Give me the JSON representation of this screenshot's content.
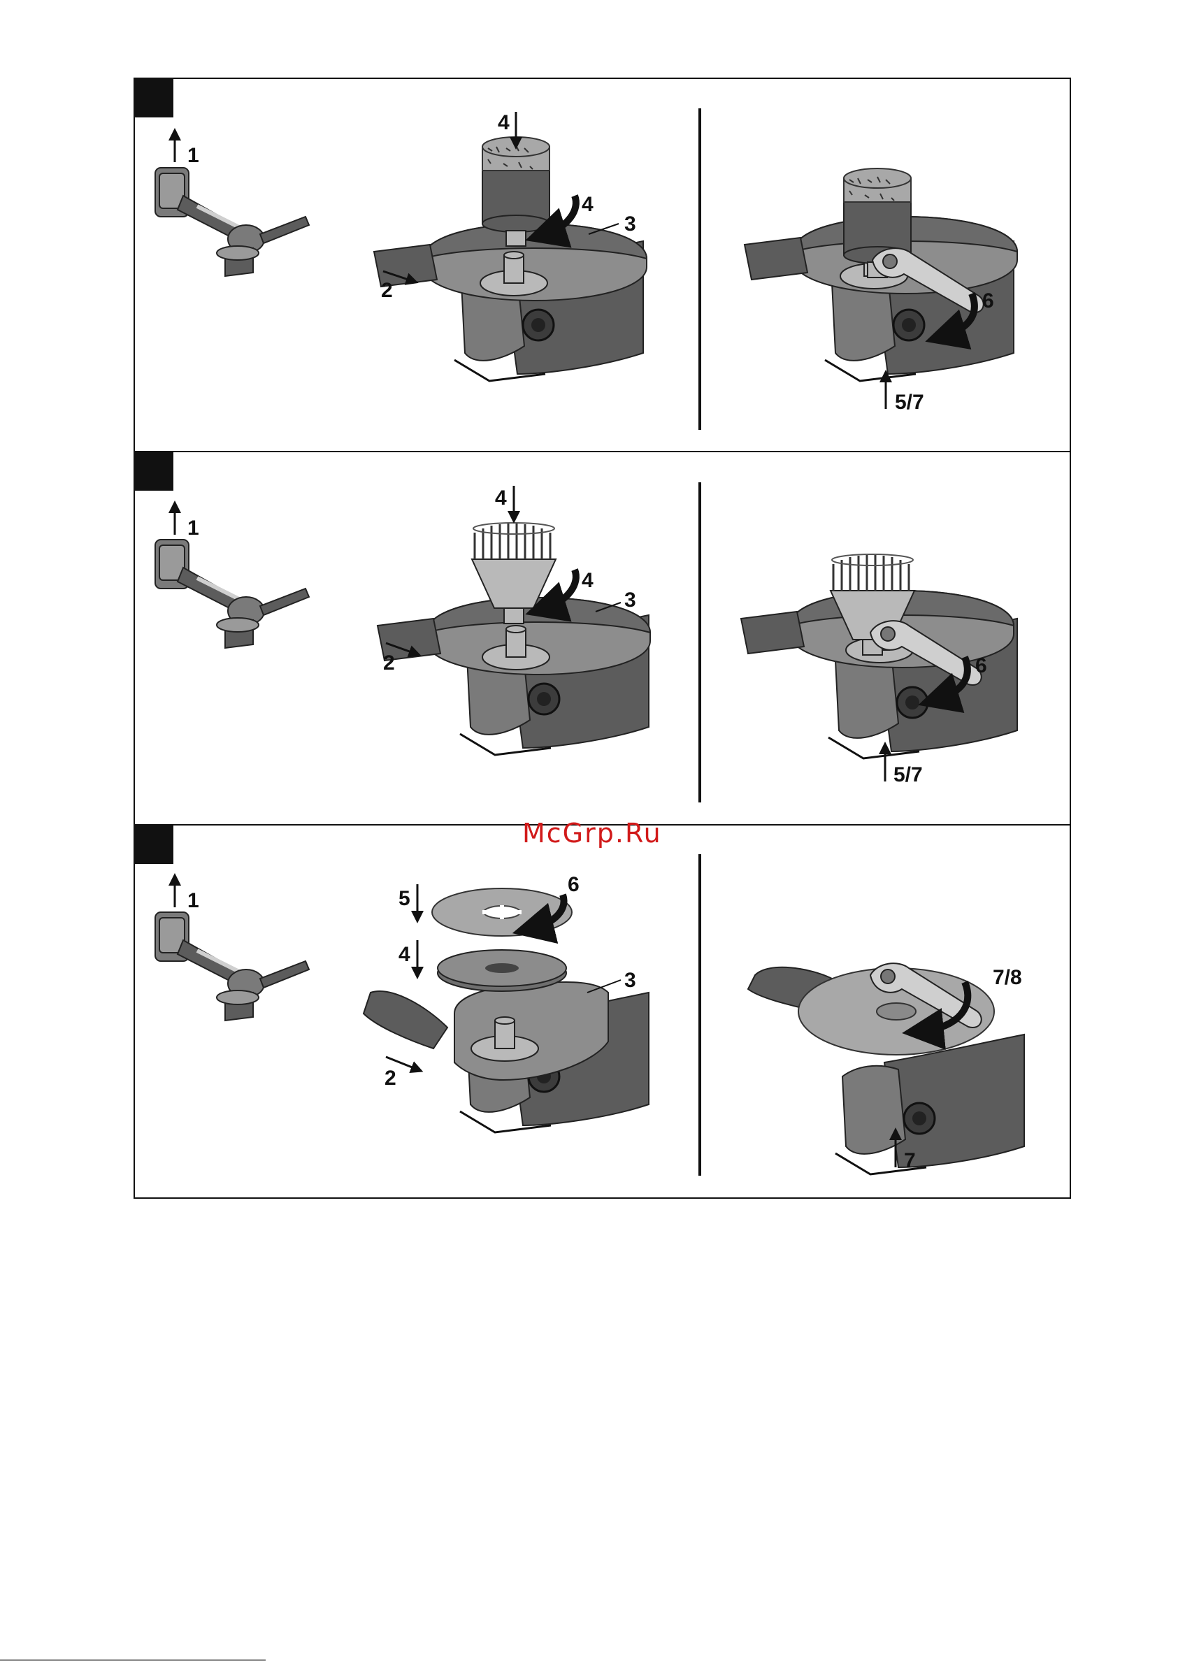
{
  "watermark": "McGrp.Ru",
  "panels": [
    {
      "accessory": "core-bit",
      "labels": {
        "remove_battery": "1",
        "spindle_lock": "2",
        "guard": "3",
        "mount": "4",
        "wrench": "6",
        "lock_release": "5/7"
      }
    },
    {
      "accessory": "cup-brush",
      "labels": {
        "remove_battery": "1",
        "spindle_lock": "2",
        "guard": "3",
        "mount": "4",
        "wrench": "6",
        "lock_release": "5/7"
      }
    },
    {
      "accessory": "cutting-disc",
      "labels": {
        "remove_battery": "1",
        "spindle_lock": "2",
        "guard": "3",
        "flange": "4",
        "disc": "5",
        "nut": "6",
        "tighten": "7/8",
        "lock_release": "7"
      }
    }
  ],
  "icons": [
    "arrow-up-icon",
    "arrow-down-icon",
    "curved-arrow-icon",
    "angle-grinder-icon",
    "wrench-icon"
  ],
  "colors": {
    "ink": "#111111",
    "tool_body": "#5c5c5c",
    "watermark": "#d11a1a"
  }
}
